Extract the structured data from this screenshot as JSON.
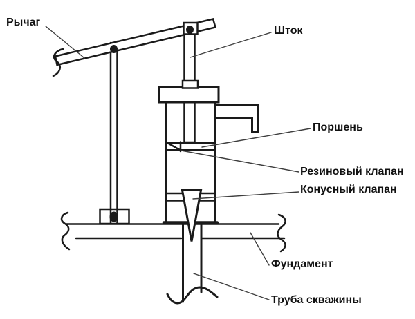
{
  "diagram": {
    "labels": {
      "lever": "Рычаг",
      "rod": "Шток",
      "piston": "Поршень",
      "rubber_valve": "Резиновый клапан",
      "cone_valve": "Конусный клапан",
      "foundation": "Фундамент",
      "well_pipe": "Труба скважины"
    },
    "colors": {
      "line": "#1a1a1a",
      "leader": "#3d3d3d",
      "text": "#111111",
      "background": "#ffffff"
    }
  }
}
